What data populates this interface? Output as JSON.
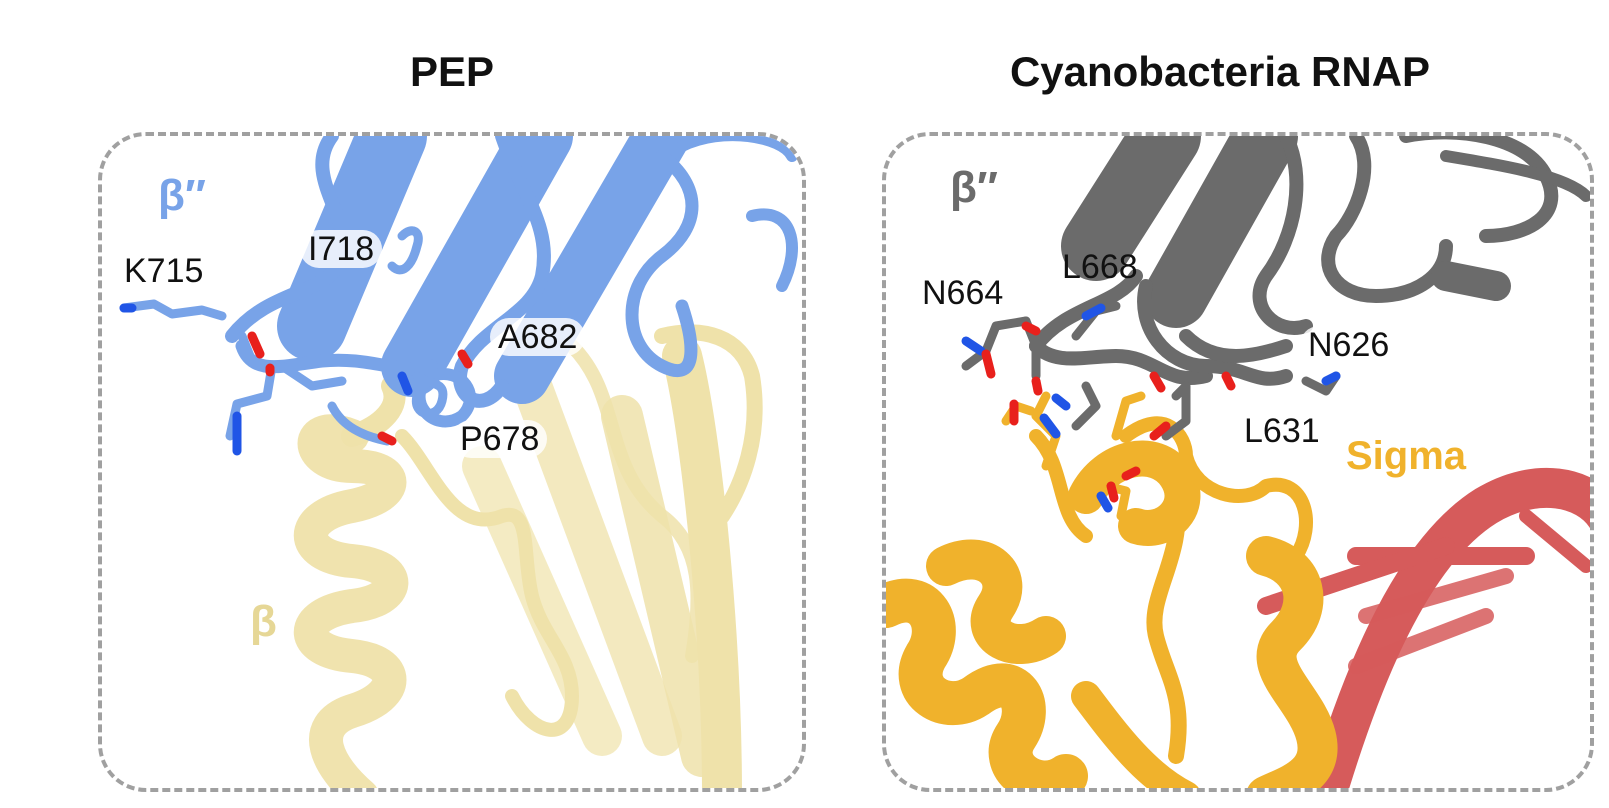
{
  "panels": [
    {
      "title": "PEP",
      "chains": [
        {
          "label": "β″",
          "color": "#78a3e8"
        },
        {
          "label": "β",
          "color": "#efe2aa"
        }
      ],
      "residues": [
        "K715",
        "I718",
        "A682",
        "P678"
      ]
    },
    {
      "title": "Cyanobacteria RNAP",
      "chains": [
        {
          "label": "β″",
          "color": "#6b6b6b"
        },
        {
          "label": "Sigma",
          "color": "#f0b22c"
        }
      ],
      "nucleic_acid_color": "#d65b5b",
      "residues": [
        "N664",
        "L668",
        "N626",
        "L631"
      ]
    }
  ],
  "colors": {
    "border": "#a0a0a0",
    "oxygen": "#e8201c",
    "nitrogen": "#2055e6"
  }
}
